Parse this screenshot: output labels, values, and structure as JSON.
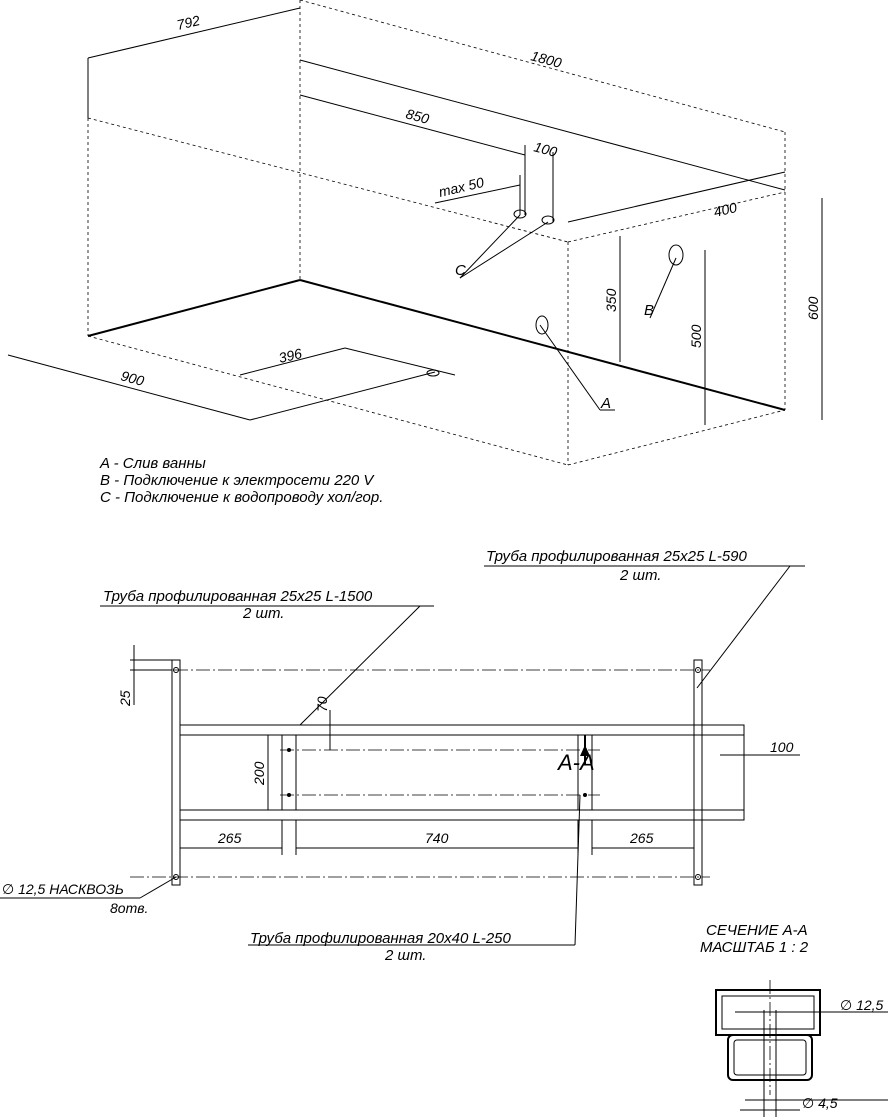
{
  "iso_view": {
    "dims": {
      "width": "792",
      "length": "1800",
      "inlet_offset": "850",
      "inlet_spacing": "100",
      "inlet_max": "max 50",
      "socket_offset": "400",
      "inlet_height": "350",
      "total_height": "600",
      "socket_height": "500",
      "drain_offset_length": "900",
      "drain_offset_width": "396"
    },
    "markers": {
      "a": "A",
      "b": "B",
      "c": "C"
    }
  },
  "legend": {
    "line_a": "A - Слив ванны",
    "line_b": "B - Подключение к электросети 220 V",
    "line_c": "C - Подключение к водопроводу хол/гор."
  },
  "frame_view": {
    "callouts": {
      "top_right_title": "Труба профилированная 25х25 L-590",
      "top_right_qty": "2 шт.",
      "top_left_title": "Труба профилированная 25х25 L-1500",
      "top_left_qty": "2 шт.",
      "bottom_title": "Труба профилированная 20х40 L-250",
      "bottom_qty": "2 шт.",
      "hole_title": "∅ 12,5 НАСКВОЗЬ",
      "hole_qty": "8отв."
    },
    "dims": {
      "edge_offset": "25",
      "rail_offset": "70",
      "crossbar_height": "200",
      "overhang": "100",
      "left_span": "265",
      "middle_span": "740",
      "right_span": "265"
    },
    "section_mark": "А-А"
  },
  "section": {
    "title": "СЕЧЕНИЕ А-А",
    "scale": "МАСШТАБ 1 : 2",
    "hole_large": "∅ 12,5",
    "hole_small": "∅ 4,5"
  }
}
